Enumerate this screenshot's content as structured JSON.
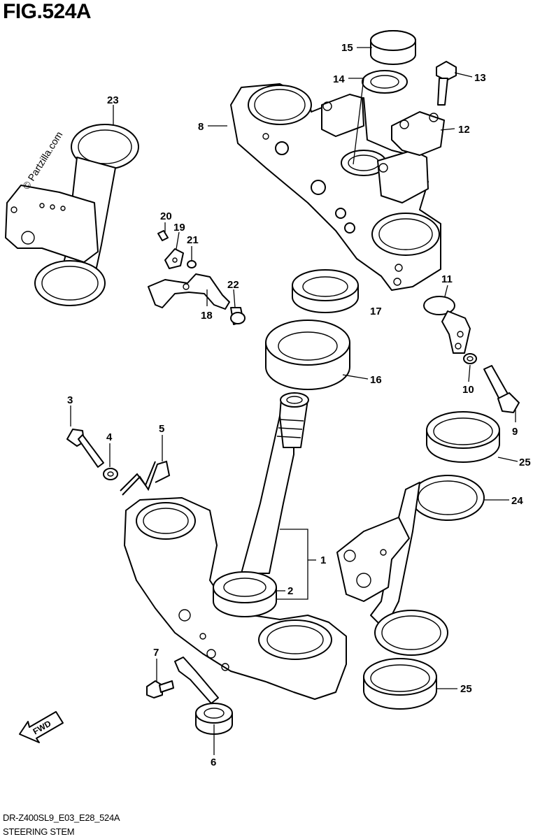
{
  "figure": {
    "title": "FIG.524A",
    "code": "DR-Z400SL9_E03_E28_524A",
    "subtitle": "STEERING STEM",
    "watermark": "© Partzilla.com",
    "fwd_label": "FWD"
  },
  "callouts": [
    {
      "id": "1",
      "text": "1"
    },
    {
      "id": "2",
      "text": "2"
    },
    {
      "id": "3",
      "text": "3"
    },
    {
      "id": "4",
      "text": "4"
    },
    {
      "id": "5",
      "text": "5"
    },
    {
      "id": "6",
      "text": "6"
    },
    {
      "id": "7",
      "text": "7"
    },
    {
      "id": "8",
      "text": "8"
    },
    {
      "id": "9",
      "text": "9"
    },
    {
      "id": "10",
      "text": "10"
    },
    {
      "id": "11",
      "text": "11"
    },
    {
      "id": "12",
      "text": "12"
    },
    {
      "id": "13",
      "text": "13"
    },
    {
      "id": "14",
      "text": "14"
    },
    {
      "id": "15",
      "text": "15"
    },
    {
      "id": "16",
      "text": "16"
    },
    {
      "id": "17",
      "text": "17"
    },
    {
      "id": "18",
      "text": "18"
    },
    {
      "id": "19",
      "text": "19"
    },
    {
      "id": "20",
      "text": "20"
    },
    {
      "id": "21",
      "text": "21"
    },
    {
      "id": "22",
      "text": "22"
    },
    {
      "id": "23",
      "text": "23"
    },
    {
      "id": "24",
      "text": "24"
    },
    {
      "id": "25a",
      "text": "25"
    },
    {
      "id": "25b",
      "text": "25"
    }
  ]
}
